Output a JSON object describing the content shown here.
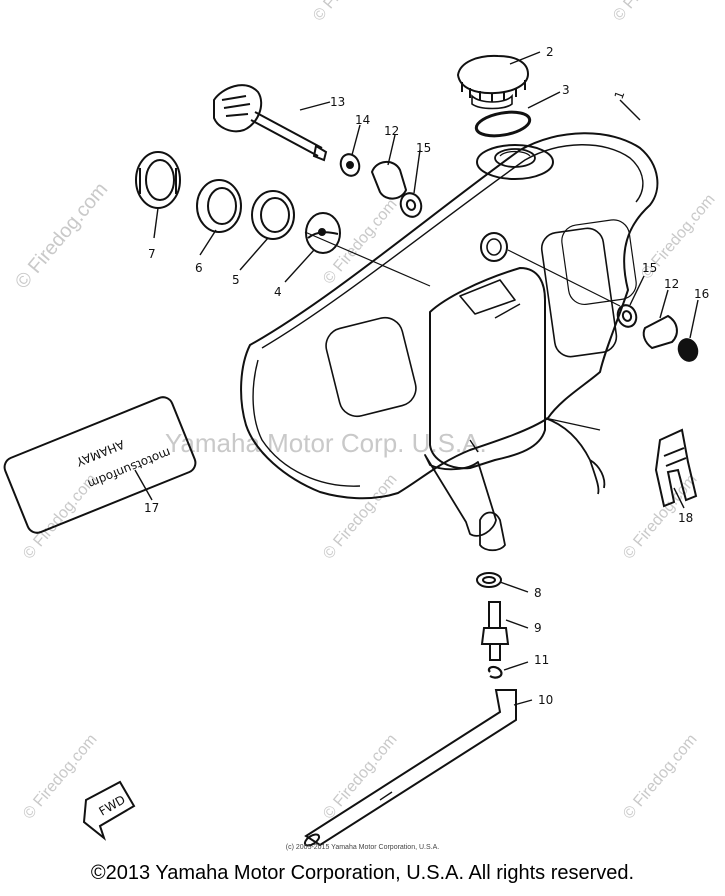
{
  "diagram": {
    "watermarks": {
      "site": "© Firedog.com",
      "company": "Yamaha Motor Corp. U.S.A."
    },
    "callouts": [
      "1",
      "2",
      "3",
      "4",
      "5",
      "6",
      "7",
      "8",
      "9",
      "10",
      "11",
      "12",
      "12",
      "13",
      "14",
      "15",
      "15",
      "16",
      "17",
      "18"
    ],
    "decal_text": {
      "line1": "AHAMAY",
      "line2": "mototsunfodm"
    },
    "fwd_label": "FWD"
  },
  "inner_copyright": "(c) 2005-2015 Yamaha Motor Corporation, U.S.A.",
  "footer": "©2013 Yamaha Motor Corporation, U.S.A. All rights reserved."
}
